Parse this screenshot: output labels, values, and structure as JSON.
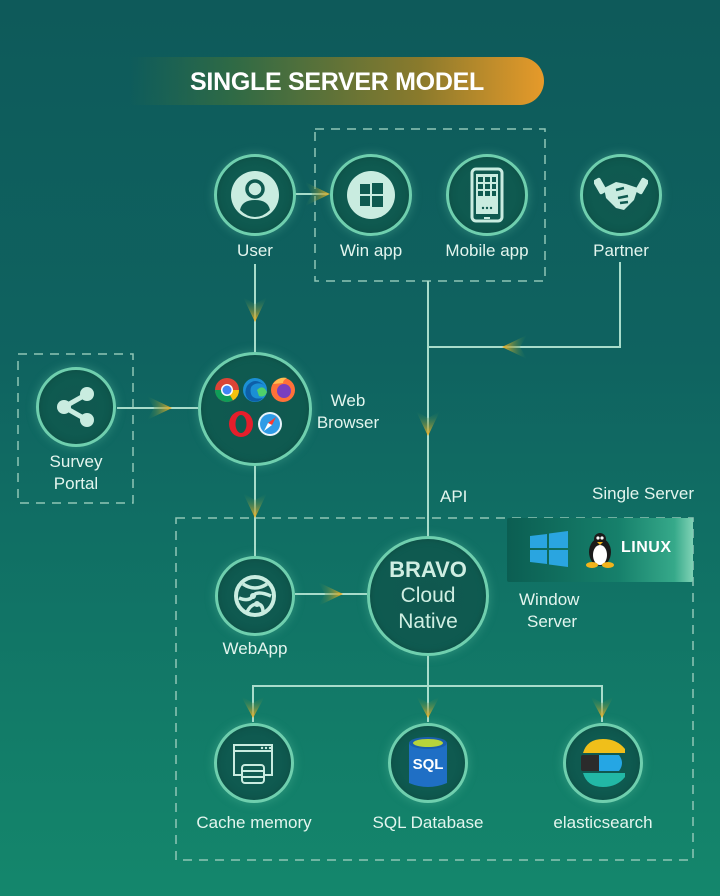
{
  "title": "SINGLE SERVER MODEL",
  "colors": {
    "background_top": "#0e5a5a",
    "background_bottom": "#14876c",
    "node_border": "#6fcfae",
    "arrow": "#f0a820",
    "title_gradient_end": "#e69a2a",
    "connector": "#a8dccb"
  },
  "nodes": {
    "user": {
      "label": "User",
      "icon": "user-icon"
    },
    "win_app": {
      "label": "Win app",
      "icon": "windows-icon"
    },
    "mobile_app": {
      "label": "Mobile app",
      "icon": "mobile-icon"
    },
    "partner": {
      "label": "Partner",
      "icon": "handshake-icon"
    },
    "survey_portal": {
      "label_line1": "Survey",
      "label_line2": "Portal",
      "icon": "share-icon"
    },
    "web_browser": {
      "label_line1": "Web",
      "label_line2": "Browser",
      "icon": "browsers-icon"
    },
    "webapp": {
      "label": "WebApp",
      "icon": "globe-network-icon"
    },
    "bravo": {
      "line1": "BRAVO",
      "line2": "Cloud",
      "line3": "Native"
    },
    "cache_memory": {
      "label": "Cache memory",
      "icon": "cache-server-icon"
    },
    "sql_database": {
      "label": "SQL Database",
      "icon_text": "SQL",
      "icon": "sql-database-icon"
    },
    "elasticsearch": {
      "label": "elasticsearch",
      "icon": "elasticsearch-icon"
    }
  },
  "annotations": {
    "api": "API",
    "single_server": "Single Server",
    "window_server_line1": "Window",
    "window_server_line2": "Server",
    "linux": "LINUX"
  }
}
